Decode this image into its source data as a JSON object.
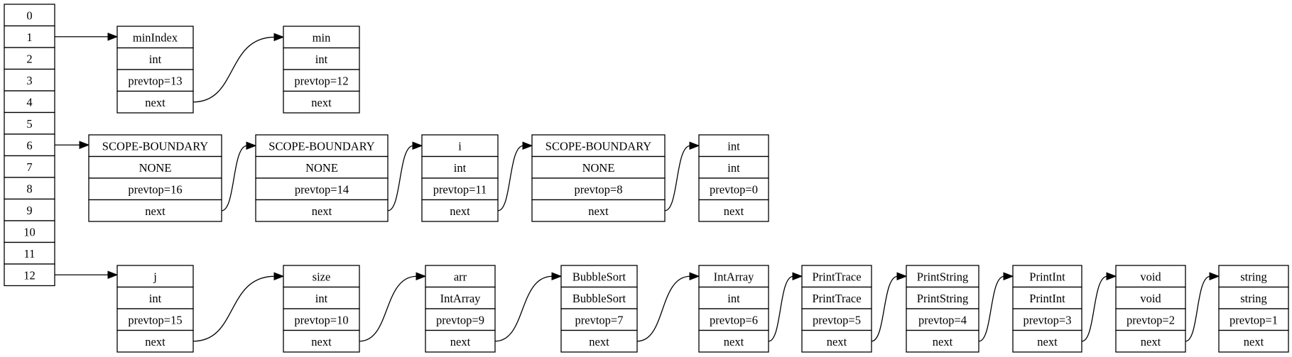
{
  "hash_table": {
    "slots": [
      "0",
      "1",
      "2",
      "3",
      "4",
      "5",
      "6",
      "7",
      "8",
      "9",
      "10",
      "11",
      "12"
    ]
  },
  "nodes": [
    {
      "id": "minIndex",
      "fields": [
        "minIndex",
        "int",
        "prevtop=13",
        "next"
      ]
    },
    {
      "id": "min",
      "fields": [
        "min",
        "int",
        "prevtop=12",
        "next"
      ]
    },
    {
      "id": "sb1",
      "fields": [
        "SCOPE-BOUNDARY",
        "NONE",
        "prevtop=16",
        "next"
      ]
    },
    {
      "id": "sb2",
      "fields": [
        "SCOPE-BOUNDARY",
        "NONE",
        "prevtop=14",
        "next"
      ]
    },
    {
      "id": "i",
      "fields": [
        "i",
        "int",
        "prevtop=11",
        "next"
      ]
    },
    {
      "id": "sb3",
      "fields": [
        "SCOPE-BOUNDARY",
        "NONE",
        "prevtop=8",
        "next"
      ]
    },
    {
      "id": "int",
      "fields": [
        "int",
        "int",
        "prevtop=0",
        "next"
      ]
    },
    {
      "id": "j",
      "fields": [
        "j",
        "int",
        "prevtop=15",
        "next"
      ]
    },
    {
      "id": "size",
      "fields": [
        "size",
        "int",
        "prevtop=10",
        "next"
      ]
    },
    {
      "id": "arr",
      "fields": [
        "arr",
        "IntArray",
        "prevtop=9",
        "next"
      ]
    },
    {
      "id": "BubbleSort",
      "fields": [
        "BubbleSort",
        "BubbleSort",
        "prevtop=7",
        "next"
      ]
    },
    {
      "id": "IntArray",
      "fields": [
        "IntArray",
        "int",
        "prevtop=6",
        "next"
      ]
    },
    {
      "id": "PrintTrace",
      "fields": [
        "PrintTrace",
        "PrintTrace",
        "prevtop=5",
        "next"
      ]
    },
    {
      "id": "PrintString",
      "fields": [
        "PrintString",
        "PrintString",
        "prevtop=4",
        "next"
      ]
    },
    {
      "id": "PrintInt",
      "fields": [
        "PrintInt",
        "PrintInt",
        "prevtop=3",
        "next"
      ]
    },
    {
      "id": "void",
      "fields": [
        "void",
        "void",
        "prevtop=2",
        "next"
      ]
    },
    {
      "id": "string",
      "fields": [
        "string",
        "string",
        "prevtop=1",
        "next"
      ]
    }
  ],
  "slot_links": [
    {
      "slot": 1,
      "to": "minIndex"
    },
    {
      "slot": 6,
      "to": "sb1"
    },
    {
      "slot": 12,
      "to": "j"
    }
  ],
  "next_links": [
    [
      "minIndex",
      "min"
    ],
    [
      "sb1",
      "sb2"
    ],
    [
      "sb2",
      "i"
    ],
    [
      "i",
      "sb3"
    ],
    [
      "sb3",
      "int"
    ],
    [
      "j",
      "size"
    ],
    [
      "size",
      "arr"
    ],
    [
      "arr",
      "BubbleSort"
    ],
    [
      "BubbleSort",
      "IntArray"
    ],
    [
      "IntArray",
      "PrintTrace"
    ],
    [
      "PrintTrace",
      "PrintString"
    ],
    [
      "PrintString",
      "PrintInt"
    ],
    [
      "PrintInt",
      "void"
    ],
    [
      "void",
      "string"
    ]
  ]
}
